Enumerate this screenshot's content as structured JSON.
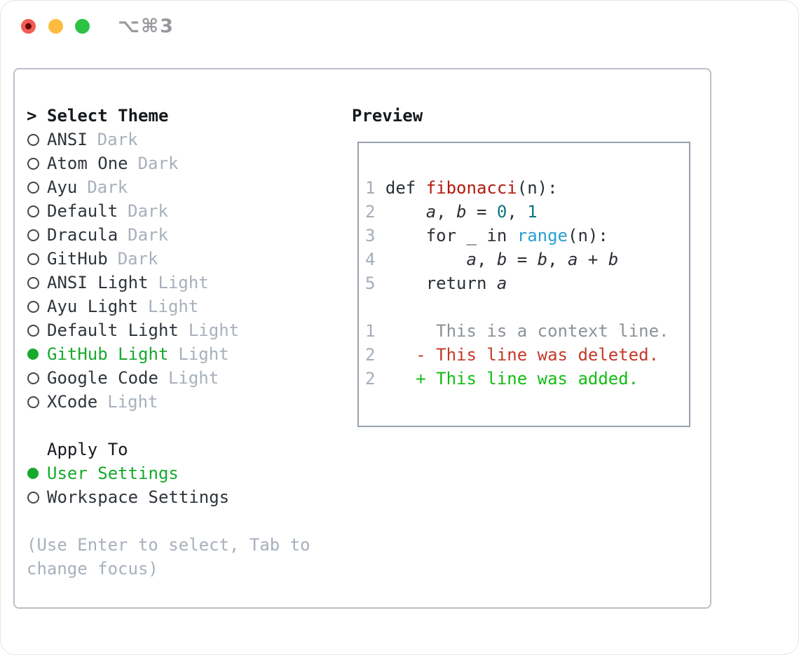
{
  "window": {
    "title": "⌥⌘3",
    "traffic_lights": {
      "close_color": "#f25c54",
      "close_dot_color": "#62090a",
      "minimize_color": "#fcbd3f",
      "zoom_color": "#2cc345"
    }
  },
  "panel": {
    "theme_section": {
      "prompt": ">",
      "header": "Select Theme",
      "items": [
        {
          "label": "ANSI",
          "tag": "Dark",
          "selected": false
        },
        {
          "label": "Atom One",
          "tag": "Dark",
          "selected": false
        },
        {
          "label": "Ayu",
          "tag": "Dark",
          "selected": false
        },
        {
          "label": "Default",
          "tag": "Dark",
          "selected": false
        },
        {
          "label": "Dracula",
          "tag": "Dark",
          "selected": false
        },
        {
          "label": "GitHub",
          "tag": "Dark",
          "selected": false
        },
        {
          "label": "ANSI Light",
          "tag": "Light",
          "selected": false
        },
        {
          "label": "Ayu Light",
          "tag": "Light",
          "selected": false
        },
        {
          "label": "Default Light",
          "tag": "Light",
          "selected": false
        },
        {
          "label": "GitHub Light",
          "tag": "Light",
          "selected": true
        },
        {
          "label": "Google Code",
          "tag": "Light",
          "selected": false
        },
        {
          "label": "XCode",
          "tag": "Light",
          "selected": false
        }
      ]
    },
    "apply_section": {
      "header": "Apply To",
      "options": [
        {
          "label": "User Settings",
          "selected": true
        },
        {
          "label": "Workspace Settings",
          "selected": false
        }
      ]
    },
    "hint": "(Use Enter to select, Tab to change focus)"
  },
  "preview": {
    "header": "Preview",
    "lines": [
      [
        {
          "t": "1 ",
          "c": "lineno"
        },
        {
          "t": "def ",
          "c": "default"
        },
        {
          "t": "fibonacci",
          "c": "func"
        },
        {
          "t": "(n):",
          "c": "default"
        }
      ],
      [
        {
          "t": "2",
          "c": "lineno"
        },
        {
          "t": "     ",
          "c": "default"
        },
        {
          "t": "a",
          "c": "var"
        },
        {
          "t": ", ",
          "c": "default"
        },
        {
          "t": "b",
          "c": "var"
        },
        {
          "t": " = ",
          "c": "default"
        },
        {
          "t": "0",
          "c": "num"
        },
        {
          "t": ", ",
          "c": "default"
        },
        {
          "t": "1",
          "c": "num"
        }
      ],
      [
        {
          "t": "3",
          "c": "lineno"
        },
        {
          "t": "     for _ in ",
          "c": "default"
        },
        {
          "t": "range",
          "c": "builtin"
        },
        {
          "t": "(n):",
          "c": "default"
        }
      ],
      [
        {
          "t": "4",
          "c": "lineno"
        },
        {
          "t": "         ",
          "c": "default"
        },
        {
          "t": "a",
          "c": "var"
        },
        {
          "t": ", ",
          "c": "default"
        },
        {
          "t": "b",
          "c": "var"
        },
        {
          "t": " = ",
          "c": "default"
        },
        {
          "t": "b",
          "c": "var"
        },
        {
          "t": ", ",
          "c": "default"
        },
        {
          "t": "a",
          "c": "var"
        },
        {
          "t": " + ",
          "c": "default"
        },
        {
          "t": "b",
          "c": "var"
        }
      ],
      [
        {
          "t": "5",
          "c": "lineno"
        },
        {
          "t": "     return ",
          "c": "default"
        },
        {
          "t": "a",
          "c": "var"
        }
      ],
      [],
      [
        {
          "t": "1",
          "c": "lineno"
        },
        {
          "t": "      ",
          "c": "default"
        },
        {
          "t": "This is a context line.",
          "c": "context"
        }
      ],
      [
        {
          "t": "2",
          "c": "lineno"
        },
        {
          "t": "    ",
          "c": "default"
        },
        {
          "t": "- This line was deleted.",
          "c": "deleted"
        }
      ],
      [
        {
          "t": "2",
          "c": "lineno"
        },
        {
          "t": "    ",
          "c": "default"
        },
        {
          "t": "+ This line was added.",
          "c": "added"
        }
      ]
    ]
  },
  "colors": {
    "accent_green": "#17a92c",
    "added_green": "#13bd13",
    "deleted_red": "#c43a2a",
    "function_red": "#b3190e",
    "number_teal": "#0e7680",
    "builtin_blue": "#2aa0d2",
    "muted_gray": "#a8b0bb",
    "context_gray": "#8b9299",
    "panel_border": "#b9c0c9",
    "preview_border": "#98a1ac"
  }
}
